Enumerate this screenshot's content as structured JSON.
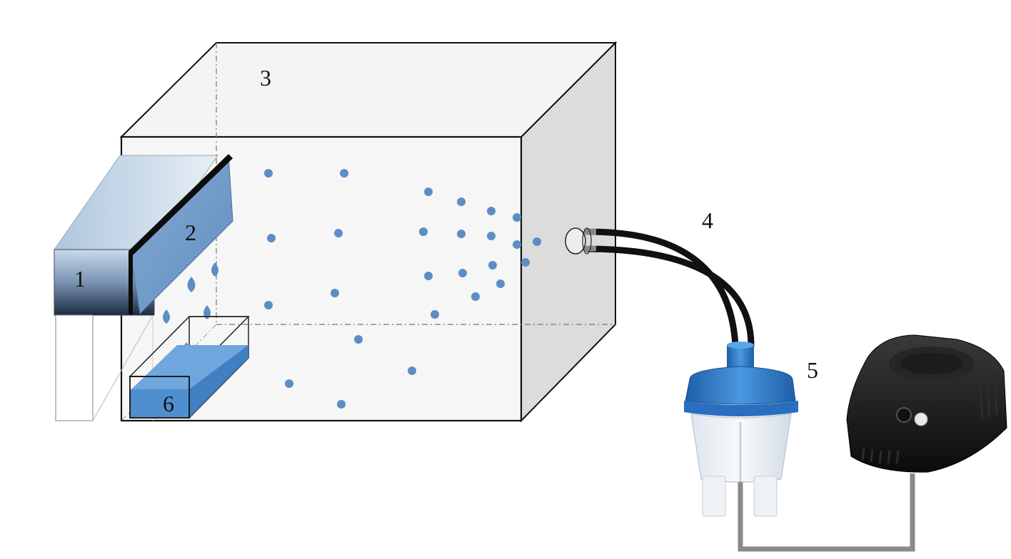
{
  "labels": {
    "l1": "1",
    "l2": "2",
    "l3": "3",
    "l4": "4",
    "l5": "5",
    "l6": "6"
  },
  "colors": {
    "droplet": "#5b8ec4",
    "water": "#4f8fcf",
    "panel": "#6f9bcc",
    "tube": "#111111",
    "cap": "#2f79c8",
    "compressor": "#151515",
    "airline": "#8a8a8a"
  }
}
